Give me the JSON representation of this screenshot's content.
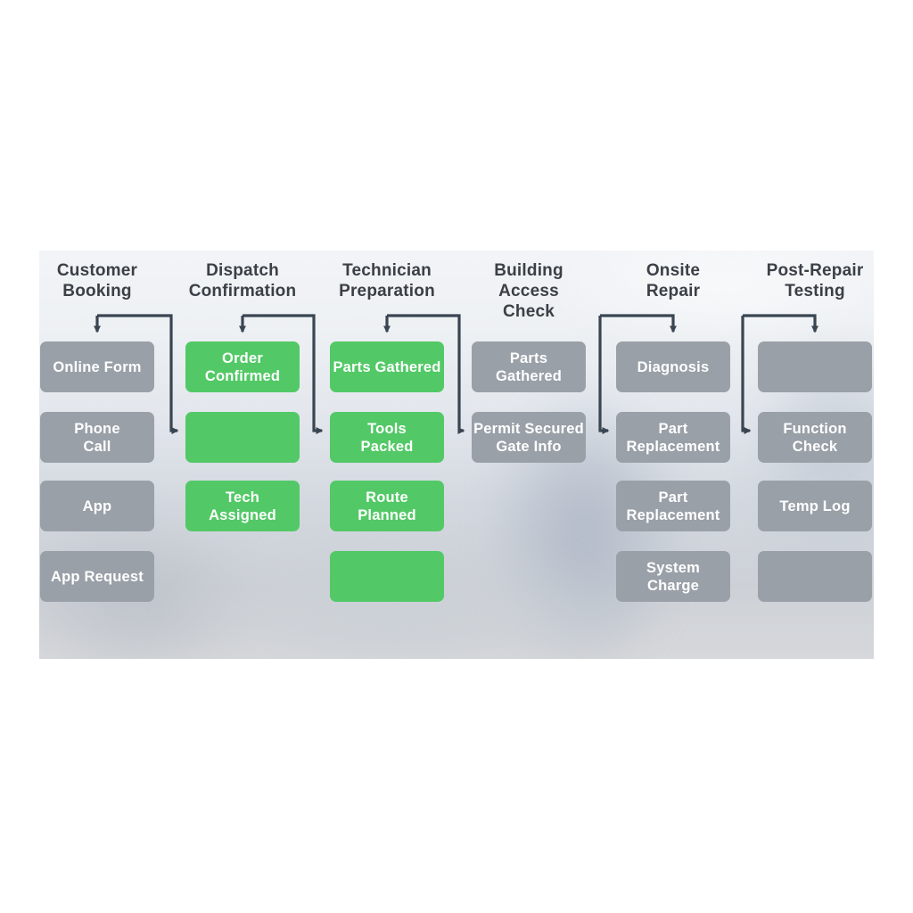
{
  "diagram": {
    "colors": {
      "green_box": "#52c966",
      "gray_box": "#9aa0a8",
      "box_text": "#ffffff",
      "header_text": "#3b4047",
      "connector": "#3a4552",
      "band_background": "#dfe3e9",
      "page_background": "#ffffff"
    },
    "columns": [
      {
        "header": "Customer\nBooking",
        "boxes": [
          {
            "label": "Online Form",
            "style": "gray"
          },
          {
            "label": "Phone\nCall",
            "style": "gray"
          },
          {
            "label": "App",
            "style": "gray"
          },
          {
            "label": "App Request",
            "style": "gray"
          }
        ]
      },
      {
        "header": "Dispatch\nConfirmation",
        "boxes": [
          {
            "label": "Order\nConfirmed",
            "style": "green"
          },
          {
            "label": "",
            "style": "green"
          },
          {
            "label": "Tech\nAssigned",
            "style": "green"
          }
        ]
      },
      {
        "header": "Technician\nPreparation",
        "boxes": [
          {
            "label": "Parts Gathered",
            "style": "green"
          },
          {
            "label": "Tools\nPacked",
            "style": "green"
          },
          {
            "label": "Route\nPlanned",
            "style": "green"
          },
          {
            "label": "",
            "style": "green"
          }
        ]
      },
      {
        "header": "Building\nAccess\nCheck",
        "boxes": [
          {
            "label": "Parts\nGathered",
            "style": "gray"
          },
          {
            "label": "Permit Secured\nGate Info",
            "style": "gray"
          }
        ]
      },
      {
        "header": "Onsite\nRepair",
        "boxes": [
          {
            "label": "Diagnosis",
            "style": "gray"
          },
          {
            "label": "Part\nReplacement",
            "style": "gray"
          },
          {
            "label": "Part\nReplacement",
            "style": "gray"
          },
          {
            "label": "System\nCharge",
            "style": "gray"
          }
        ]
      },
      {
        "header": "Post-Repair\nTesting",
        "boxes": [
          {
            "label": "",
            "style": "gray"
          },
          {
            "label": "Function\nCheck",
            "style": "gray"
          },
          {
            "label": "Temp Log",
            "style": "gray"
          },
          {
            "label": "",
            "style": "gray"
          }
        ]
      }
    ],
    "arrows": [
      {
        "from": "Customer Booking header",
        "to": "Online Form"
      },
      {
        "from": "Customer Booking header",
        "to": "Dispatch Confirmation row 2 (blank)"
      },
      {
        "from": "Dispatch Confirmation header",
        "to": "Order Confirmed"
      },
      {
        "from": "Dispatch Confirmation header",
        "to": "Tools Packed"
      },
      {
        "from": "Technician Preparation header",
        "to": "Parts Gathered"
      },
      {
        "from": "Technician Preparation header",
        "to": "Permit Secured Gate Info"
      },
      {
        "from": "Onsite Repair header",
        "to": "Diagnosis"
      },
      {
        "from": "Onsite Repair header",
        "to": "Part Replacement (row 2)"
      },
      {
        "from": "Post-Repair Testing header",
        "to": "row 1 (blank)"
      },
      {
        "from": "Post-Repair Testing header",
        "to": "Function Check"
      }
    ]
  }
}
